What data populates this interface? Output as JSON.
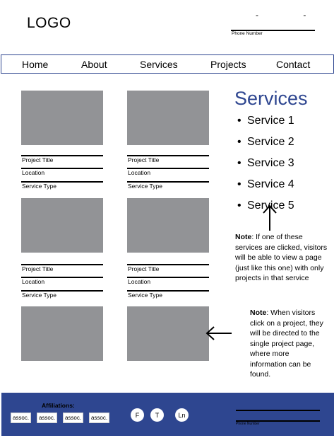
{
  "header": {
    "logo": "LOGO",
    "phone_dashes": "- -",
    "phone_label": "Phone Number"
  },
  "nav": {
    "items": [
      "Home",
      "About",
      "Services",
      "Projects",
      "Contact"
    ]
  },
  "projects": {
    "title_label": "Project Title",
    "location_label": "Location",
    "service_label": "Service Type"
  },
  "services": {
    "title": "Services",
    "items": [
      "Service 1",
      "Service 2",
      "Service 3",
      "Service 4",
      "Service 5"
    ],
    "bullet": "•"
  },
  "notes": {
    "label": "Note",
    "services_note": ": If one of these services are clicked, visitors will be able to view a page (just like this one) with only projects in that service",
    "projects_note": ": When visitors click on a project, they will be directed to the single project page, where more information can be found."
  },
  "footer": {
    "affiliations_label": "Affiliations:",
    "assoc_label": "assoc.",
    "social": [
      "F",
      "T",
      "Ln"
    ],
    "small_text": "Phone Number"
  },
  "colors": {
    "brand_blue": "#2e4690",
    "placeholder_gray": "#929396"
  }
}
